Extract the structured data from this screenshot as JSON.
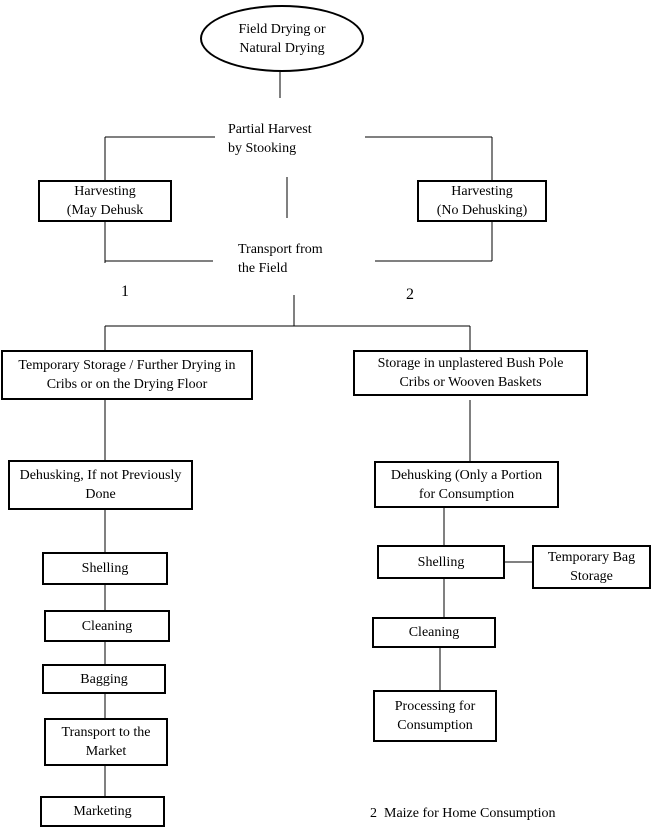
{
  "top": {
    "line1": "Field Drying or",
    "line2": "Natural Drying"
  },
  "partial": {
    "line1": "Partial Harvest",
    "line2": "by Stooking"
  },
  "harvest_left": {
    "line1": "Harvesting",
    "line2": "(May Dehusk"
  },
  "harvest_right": {
    "line1": "Harvesting",
    "line2": "(No Dehusking)"
  },
  "transport": {
    "line1": "Transport from",
    "line2": "the Field"
  },
  "branch_numbers": {
    "left": "1",
    "right": "2"
  },
  "left_branch": {
    "storage": {
      "line1": "Temporary Storage / Further Drying in",
      "line2": "Cribs or on the Drying Floor"
    },
    "dehusking": {
      "line1": "Dehusking, If not Previously",
      "line2": "Done"
    },
    "shelling": "Shelling",
    "cleaning": "Cleaning",
    "bagging": "Bagging",
    "transport_market": {
      "line1": "Transport to the",
      "line2": "Market"
    },
    "marketing": "Marketing"
  },
  "right_branch": {
    "storage": {
      "line1": "Storage in unplastered Bush Pole",
      "line2": "Cribs or Wooven Baskets"
    },
    "dehusking": {
      "line1": "Dehusking (Only a Portion",
      "line2": "for Consumption"
    },
    "shelling": "Shelling",
    "bag_storage": {
      "line1": "Temporary Bag",
      "line2": "Storage"
    },
    "cleaning": "Cleaning",
    "processing": {
      "line1": "Processing for",
      "line2": "Consumption"
    }
  },
  "caption": "2  Maize for Home Consumption"
}
